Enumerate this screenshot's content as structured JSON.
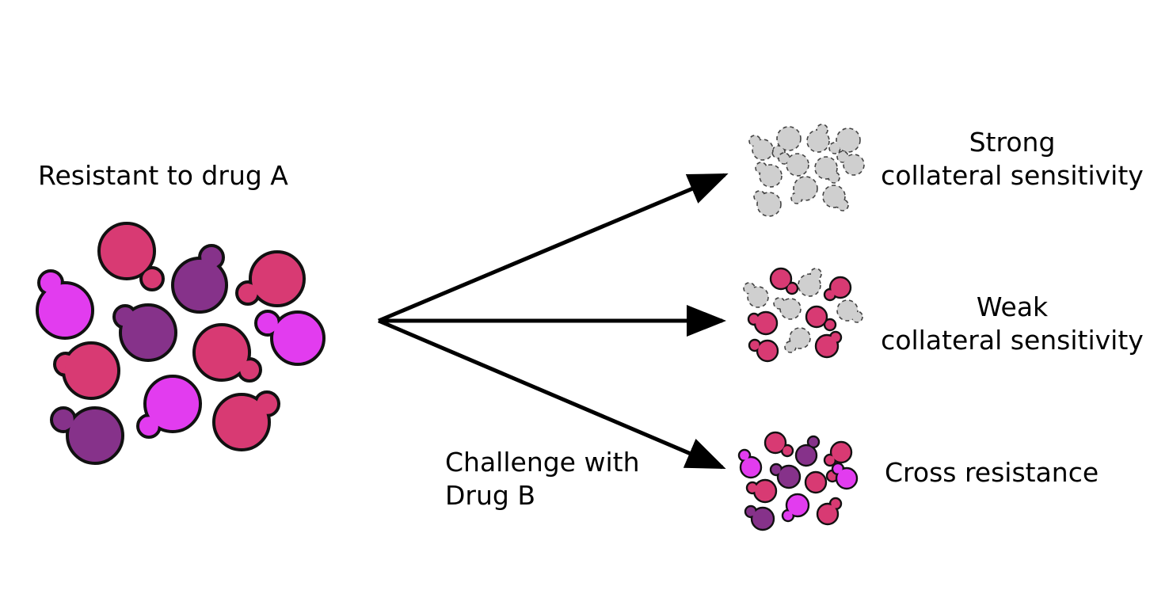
{
  "colors": {
    "magenta": "#e23cef",
    "pink": "#d83a73",
    "purple": "#86328a",
    "dead_fill": "#cfcfcf",
    "outline": "#111111",
    "arrow": "#000000"
  },
  "labels": {
    "source": "Resistant to drug A",
    "challenge_line1": "Challenge with",
    "challenge_line2": "Drug B",
    "strong_line1": "Strong",
    "strong_line2": "collateral sensitivity",
    "weak_line1": "Weak",
    "weak_line2": "collateral sensitivity",
    "cross": "Cross resistance"
  },
  "outcomes": [
    {
      "name": "strong-collateral-sensitivity",
      "surviving_fraction": 0.0
    },
    {
      "name": "weak-collateral-sensitivity",
      "surviving_fraction": 0.5
    },
    {
      "name": "cross-resistance",
      "surviving_fraction": 1.0
    }
  ]
}
